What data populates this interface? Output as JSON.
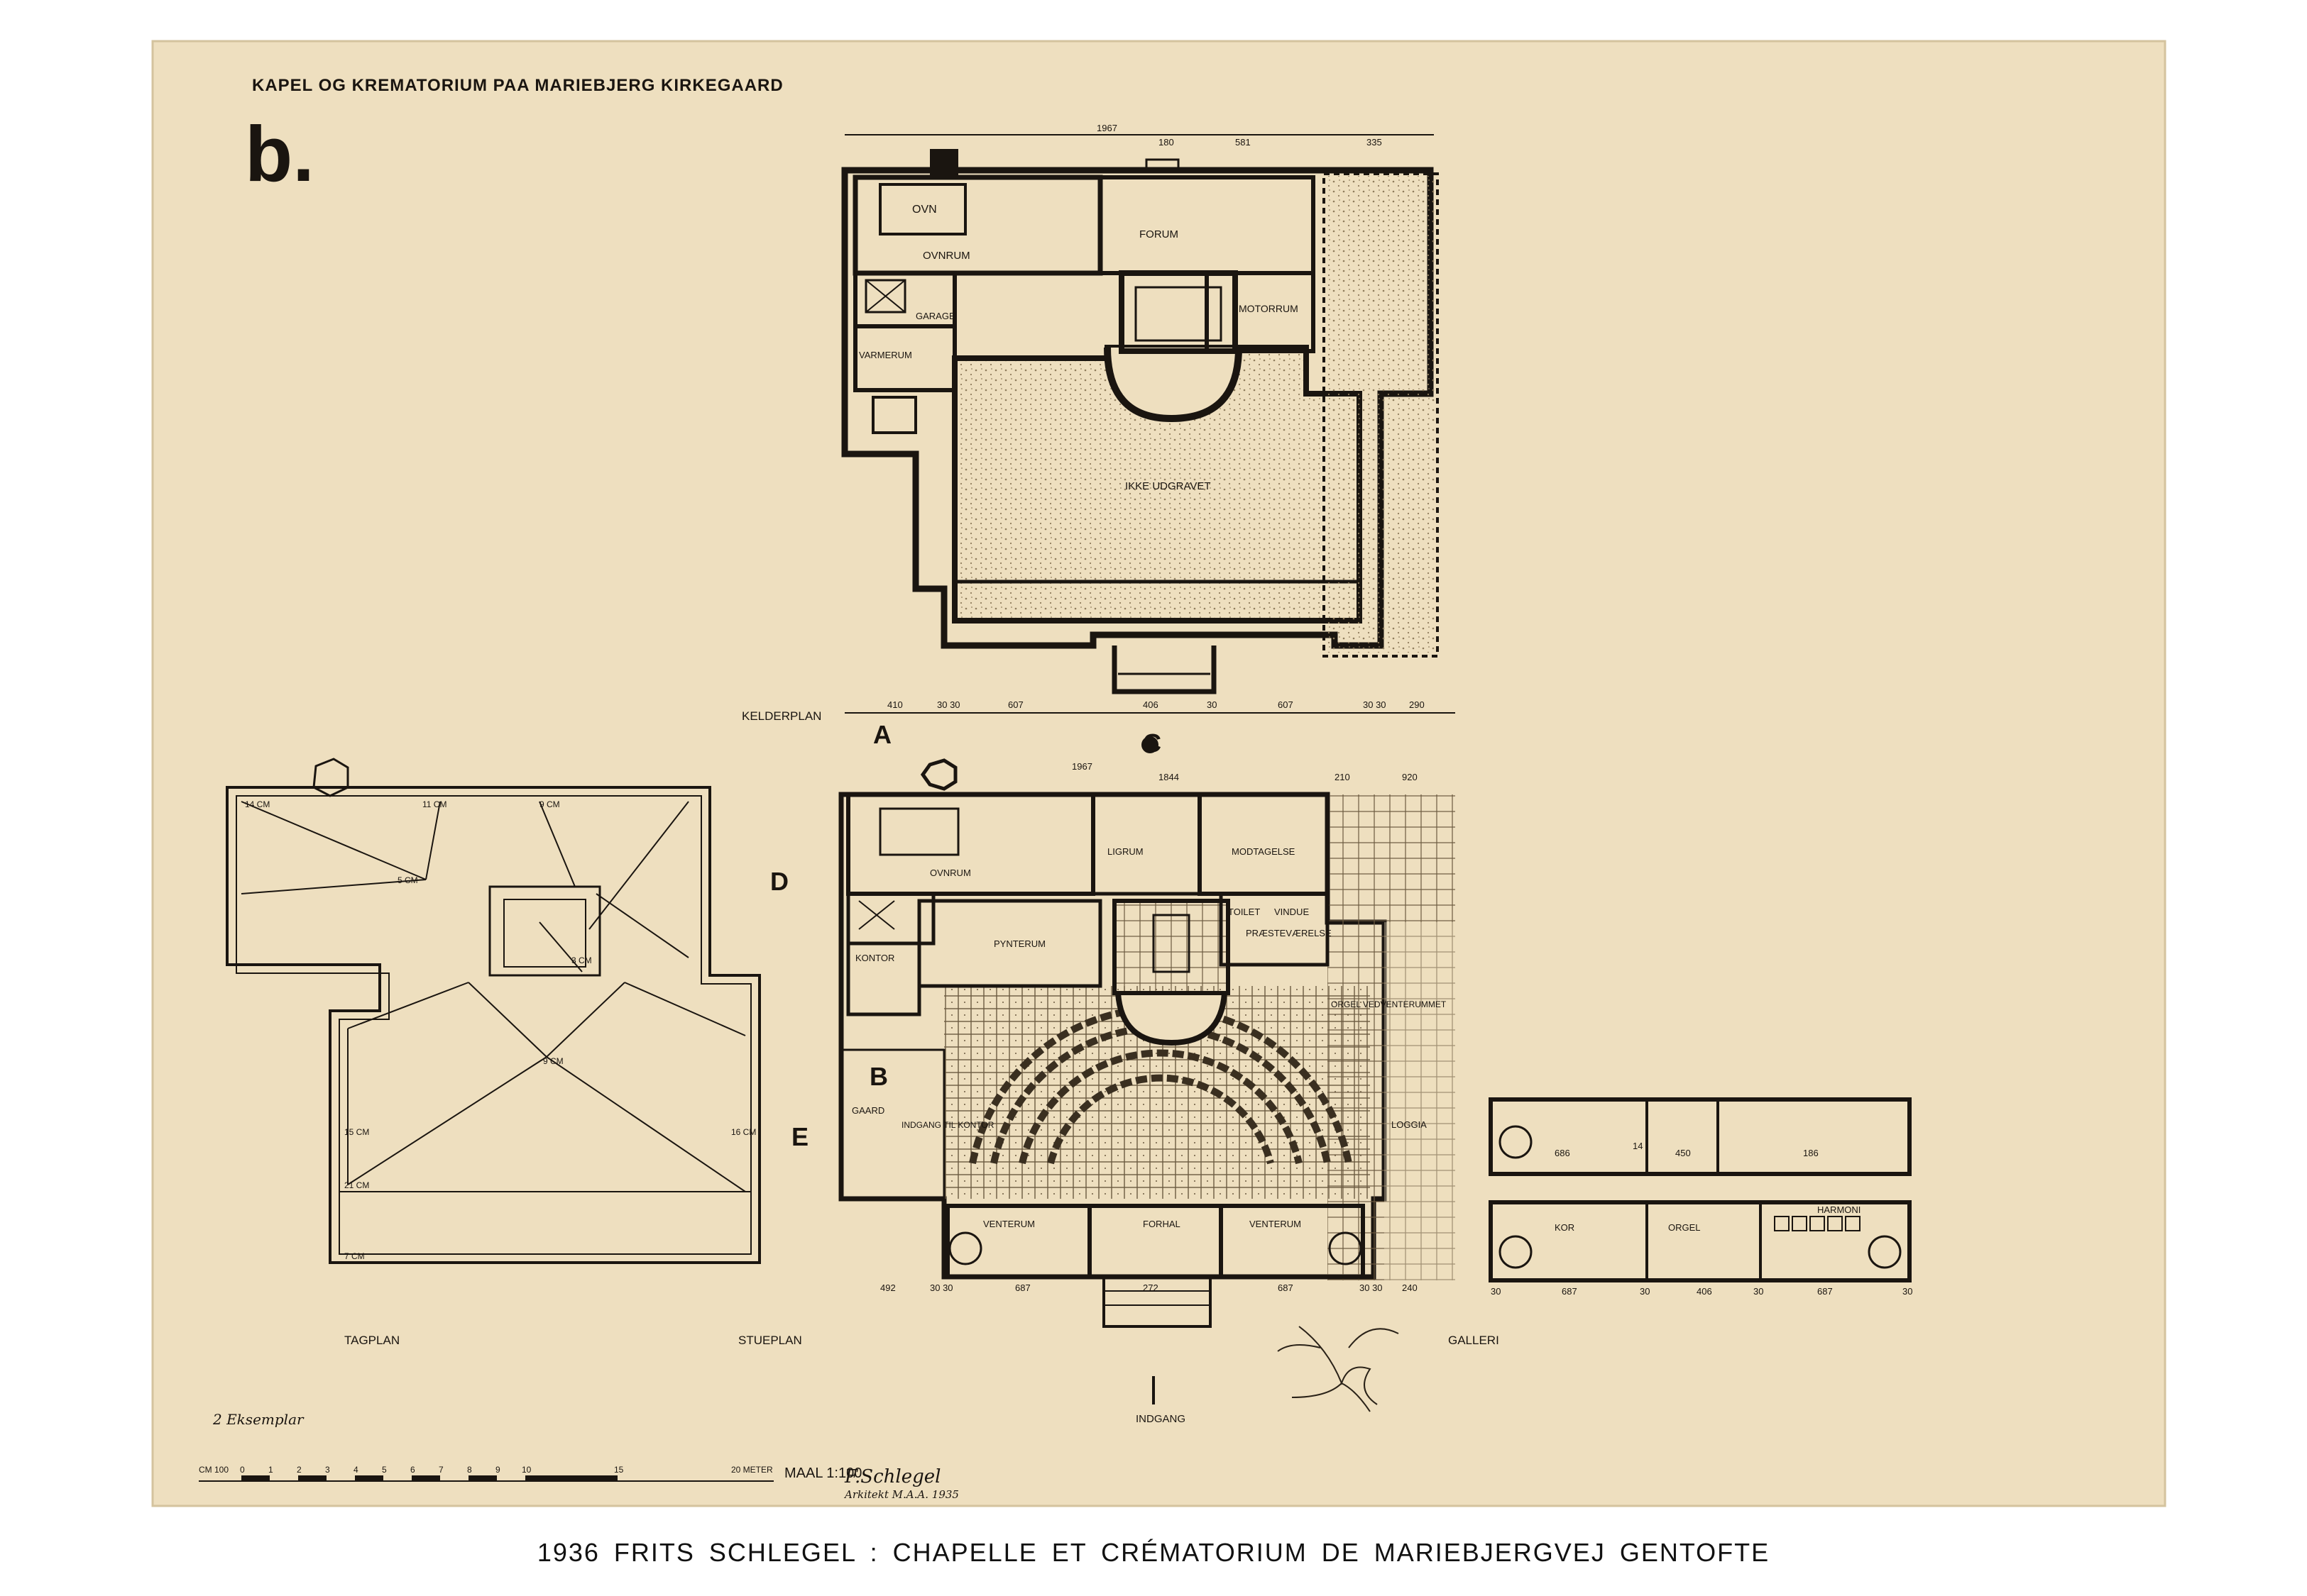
{
  "sheet": {
    "title": "KAPEL OG KREMATORIUM PAA MARIEBJERG KIRKEGAARD",
    "letter": "b.",
    "caption": "1936 FRITS SCHLEGEL   : CHAPELLE ET CRÉMATORIUM DE MARIEBJERGVEJ GENTOFTE"
  },
  "basement": {
    "label": "KELDERPLAN",
    "rooms": {
      "ovn": "OVN",
      "ovnrum": "OVNRUM",
      "forum": "FORUM",
      "motorrum": "MOTORRUM",
      "garage": "GARAGE",
      "kaarmerum": "VARMERUM",
      "unexcavated": "IKKE UDGRAVET"
    },
    "dims_top": [
      "1967",
      "180",
      "581",
      "335"
    ],
    "dims_bottom": [
      "410",
      "30 30",
      "607",
      "406",
      "30",
      "607",
      "30 30",
      "290"
    ]
  },
  "ground": {
    "label": "STUEPLAN",
    "rooms": {
      "ovnrum": "OVNRUM",
      "ligrum": "LIGRUM",
      "modtagelse": "MODTAGELSE",
      "pynterum": "PYNTERUM",
      "kontor": "KONTOR",
      "praestevaerelse": "PRÆSTEVÆRELSE",
      "toilet": "TOILET",
      "vinduer": "VINDUE",
      "gaard": "GAARD",
      "indgang_kontor": "INDGANG TIL KONTOR",
      "loggia": "LOGGIA",
      "venterum_l": "VENTERUM",
      "venterum_r": "VENTERUM",
      "forhal": "FORHAL",
      "orgel_venteroom": "ORGEL VEDVENTERUMMET"
    },
    "dims_top": [
      "1967",
      "1844",
      "210",
      "920"
    ],
    "dims_bottom": [
      "492",
      "30 30",
      "687",
      "272",
      "687",
      "30 30",
      "240"
    ],
    "entrance": "INDGANG",
    "section_marks": [
      "A",
      "B",
      "C",
      "D",
      "E"
    ]
  },
  "roof": {
    "label": "TAGPLAN",
    "spot_levels": [
      "14 CM",
      "11 CM",
      "9 CM",
      "5 CM",
      "3 CM",
      "15 CM",
      "16 CM",
      "9 CM",
      "21 CM",
      "7 CM"
    ]
  },
  "gallery": {
    "label": "GALLERI",
    "upper_dims": [
      "686",
      "14",
      "450",
      "186"
    ],
    "lower_labels": [
      "KOR",
      "ORGEL",
      "HARMONI"
    ],
    "bottom_dims": [
      "30",
      "687",
      "30",
      "406",
      "30",
      "687",
      "30"
    ]
  },
  "scale": {
    "unit_start": "CM 100",
    "ticks": [
      "0",
      "1",
      "2",
      "3",
      "4",
      "5",
      "6",
      "7",
      "8",
      "9",
      "10",
      "15",
      "20 METER"
    ],
    "ratio": "MAAL 1:100",
    "signature": "F.Schlegel",
    "signature_sub": "Arkitekt M.A.A. 1935"
  },
  "annotation": "2 Eksemplar",
  "colors": {
    "paper": "#eedfbf",
    "ink": "#1a1510",
    "stipple": "#c9b896"
  }
}
